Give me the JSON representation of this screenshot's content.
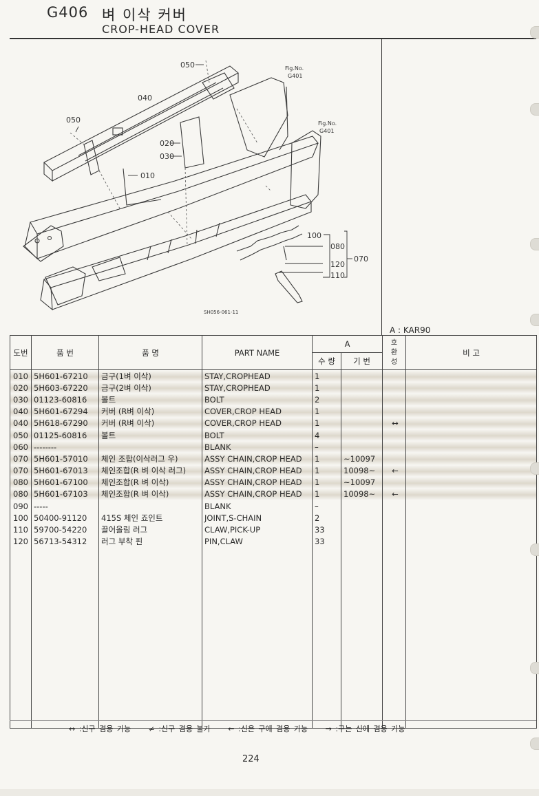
{
  "header": {
    "code": "G406",
    "title_kr": "벼 이삭 커버",
    "title_en": "CROP-HEAD COVER"
  },
  "diagram": {
    "callouts": [
      "050",
      "040",
      "050",
      "020",
      "030",
      "010",
      "100",
      "080",
      "070",
      "120",
      "110"
    ],
    "fig_ref_1": [
      "Fig.No.",
      "G401"
    ],
    "fig_ref_2": [
      "Fig.No.",
      "G401"
    ],
    "drawing_id": "SH056-061-11"
  },
  "model_label": "A : KAR90",
  "table": {
    "headers": {
      "ref": "도번",
      "part_no": "품   번",
      "name_kr": "품       명",
      "part_name": "PART NAME",
      "group": "A",
      "qty": "수 량",
      "serial": "기 번",
      "interchange": "호환성",
      "remark": "비     고"
    },
    "rows": [
      {
        "ref": "010",
        "part_no": "5H601-67210",
        "name_kr": "금구(1벼 이삭)",
        "part_name": "STAY,CROPHEAD",
        "qty": "1",
        "serial": "",
        "ic": ""
      },
      {
        "ref": "020",
        "part_no": "5H603-67220",
        "name_kr": "금구(2벼 이삭)",
        "part_name": "STAY,CROPHEAD",
        "qty": "1",
        "serial": "",
        "ic": ""
      },
      {
        "ref": "030",
        "part_no": "01123-60816",
        "name_kr": "볼트",
        "part_name": "BOLT",
        "qty": "2",
        "serial": "",
        "ic": ""
      },
      {
        "ref": "040",
        "part_no": "5H601-67294",
        "name_kr": "커버 (R벼 이삭)",
        "part_name": "COVER,CROP HEAD",
        "qty": "1",
        "serial": "",
        "ic": ""
      },
      {
        "ref": "040",
        "part_no": "5H618-67290",
        "name_kr": "커버 (R벼 이삭)",
        "part_name": "COVER,CROP HEAD",
        "qty": "1",
        "serial": "",
        "ic": "↔"
      },
      {
        "ref": "050",
        "part_no": "01125-60816",
        "name_kr": "볼트",
        "part_name": "BOLT",
        "qty": "4",
        "serial": "",
        "ic": ""
      },
      {
        "ref": "060",
        "part_no": "--------",
        "name_kr": "",
        "part_name": "BLANK",
        "qty": "–",
        "serial": "",
        "ic": ""
      },
      {
        "ref": "070",
        "part_no": "5H601-57010",
        "name_kr": "체인 조합(이삭러그 우)",
        "part_name": "ASSY CHAIN,CROP HEAD",
        "qty": "1",
        "serial": "~10097",
        "ic": ""
      },
      {
        "ref": "070",
        "part_no": "5H601-67013",
        "name_kr": "체인조합(R 벼 이삭 러그)",
        "part_name": "ASSY CHAIN,CROP HEAD",
        "qty": "1",
        "serial": "10098~",
        "ic": "←"
      },
      {
        "ref": "080",
        "part_no": "5H601-67100",
        "name_kr": "체인조합(R 벼 이삭)",
        "part_name": "ASSY CHAIN,CROP HEAD",
        "qty": "1",
        "serial": "~10097",
        "ic": ""
      },
      {
        "ref": "080",
        "part_no": "5H601-67103",
        "name_kr": "체인조합(R 벼 이삭)",
        "part_name": "ASSY CHAIN,CROP HEAD",
        "qty": "1",
        "serial": "10098~",
        "ic": "←"
      },
      {
        "ref": "090",
        "part_no": "-----",
        "name_kr": "",
        "part_name": "BLANK",
        "qty": "–",
        "serial": "",
        "ic": ""
      },
      {
        "ref": "100",
        "part_no": "50400-91120",
        "name_kr": "415S 체인 죠인트",
        "part_name": "JOINT,S-CHAIN",
        "qty": "2",
        "serial": "",
        "ic": ""
      },
      {
        "ref": "110",
        "part_no": "59700-54220",
        "name_kr": "끌어올림 러그",
        "part_name": "CLAW,PICK-UP",
        "qty": "33",
        "serial": "",
        "ic": ""
      },
      {
        "ref": "120",
        "part_no": "56713-54312",
        "name_kr": "러그 부착 핀",
        "part_name": "PIN,CLAW",
        "qty": "33",
        "serial": "",
        "ic": ""
      }
    ]
  },
  "legend": {
    "item1": "↔ :신구 겸용 가능",
    "item2": "≠ :신구 겸용 불가",
    "item3": "← :신은 구에 겸용 가능",
    "item4": "→ :구는 신에 겸용 가능"
  },
  "page_number": "224"
}
